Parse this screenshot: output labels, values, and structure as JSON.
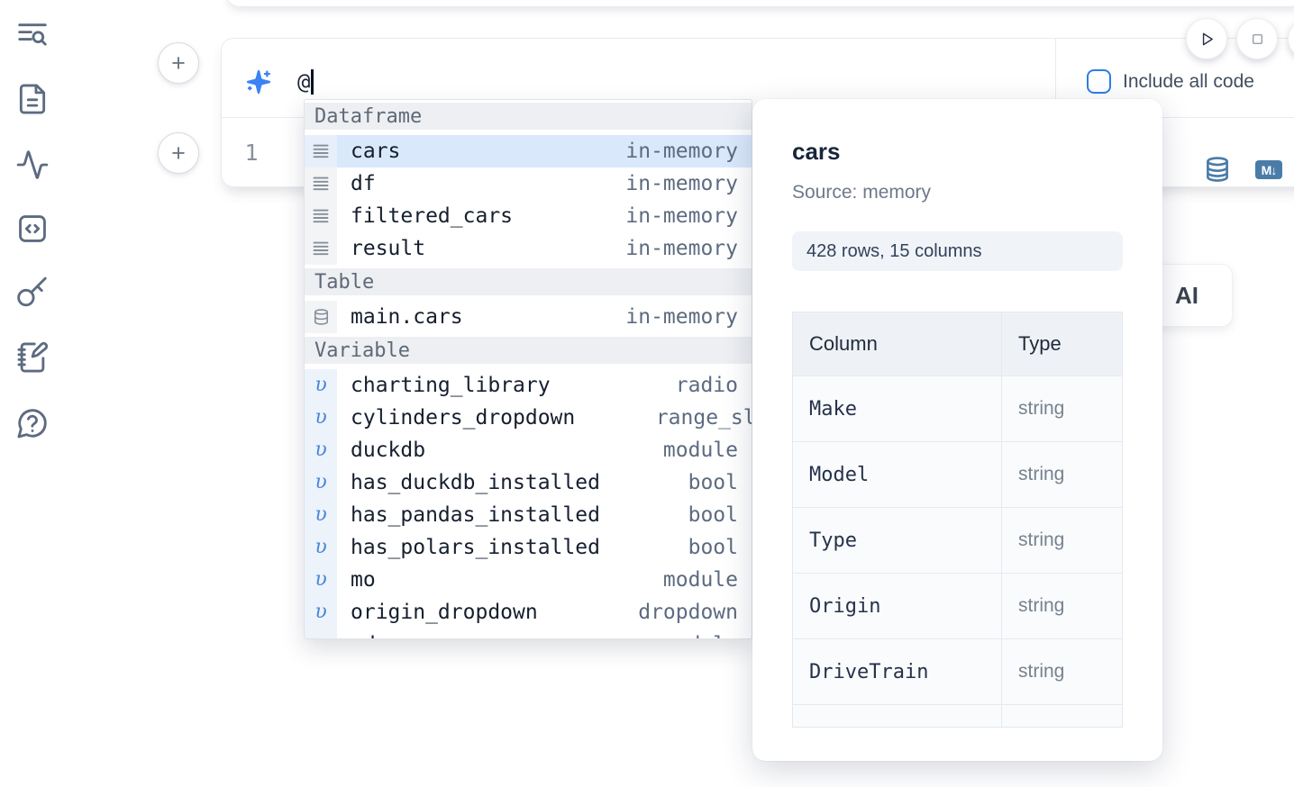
{
  "colors": {
    "accent_blue": "#3b82f6",
    "checkbox_blue": "#2e7de9",
    "steel_blue": "#4a7ca8",
    "selection_bg": "#d9e8fb",
    "icon_slate": "#5d6b80"
  },
  "sidebar": {
    "items": [
      {
        "icon": "toc-search-icon"
      },
      {
        "icon": "document-icon"
      },
      {
        "icon": "activity-icon"
      },
      {
        "icon": "snippets-icon"
      },
      {
        "icon": "key-icon"
      },
      {
        "icon": "scratchpad-icon"
      },
      {
        "icon": "help-icon"
      }
    ]
  },
  "toolbar": {
    "run_button_icon": "play-icon",
    "stop_button_icon": "stop-icon"
  },
  "cell": {
    "prompt_value": "@",
    "include_all_code_label": "Include all code",
    "include_all_code_checked": false,
    "line_number": "1"
  },
  "ai_panel": {
    "label": "AI"
  },
  "autocomplete": {
    "sections": [
      {
        "label": "Dataframe",
        "kind": "dataframe",
        "icon": "rows-icon",
        "items": [
          {
            "name": "cars",
            "detail": "in-memory",
            "selected": true
          },
          {
            "name": "df",
            "detail": "in-memory"
          },
          {
            "name": "filtered_cars",
            "detail": "in-memory"
          },
          {
            "name": "result",
            "detail": "in-memory"
          }
        ]
      },
      {
        "label": "Table",
        "kind": "table",
        "icon": "database-icon",
        "items": [
          {
            "name": "main.cars",
            "detail": "in-memory"
          }
        ]
      },
      {
        "label": "Variable",
        "kind": "variable",
        "icon": "variable-icon",
        "items": [
          {
            "name": "charting_library",
            "detail": "radio"
          },
          {
            "name": "cylinders_dropdown",
            "detail": "range_slider",
            "clipped": true
          },
          {
            "name": "duckdb",
            "detail": "module"
          },
          {
            "name": "has_duckdb_installed",
            "detail": "bool"
          },
          {
            "name": "has_pandas_installed",
            "detail": "bool"
          },
          {
            "name": "has_polars_installed",
            "detail": "bool"
          },
          {
            "name": "mo",
            "detail": "module"
          },
          {
            "name": "origin_dropdown",
            "detail": "dropdown"
          },
          {
            "name": "pd",
            "detail": "module",
            "partial": true
          }
        ]
      }
    ]
  },
  "preview": {
    "title": "cars",
    "source": "Source: memory",
    "shape": "428 rows, 15 columns",
    "table": {
      "headers": [
        "Column",
        "Type"
      ],
      "rows": [
        [
          "Make",
          "string"
        ],
        [
          "Model",
          "string"
        ],
        [
          "Type",
          "string"
        ],
        [
          "Origin",
          "string"
        ],
        [
          "DriveTrain",
          "string"
        ]
      ],
      "partial_row": [
        "",
        ""
      ]
    }
  }
}
